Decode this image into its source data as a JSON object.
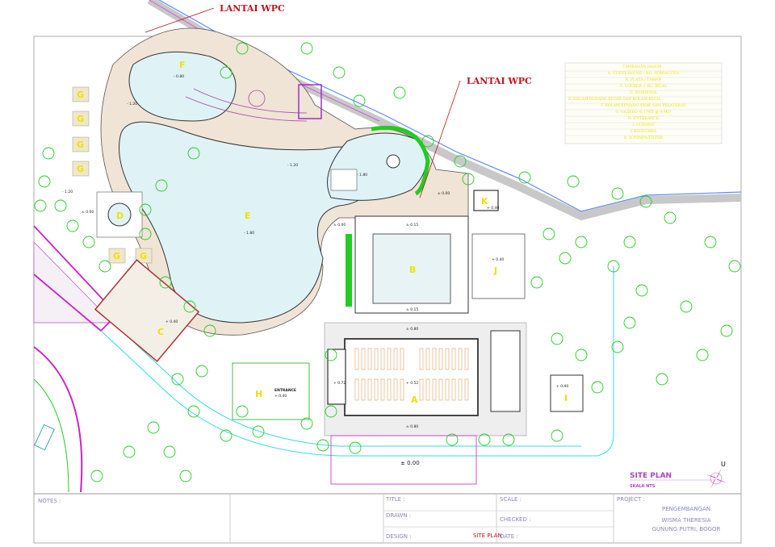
{
  "callouts": {
    "top": "LANTAI WPC",
    "middle": "LANTAI WPC"
  },
  "legend": {
    "title": "TAMBAHAN FASUM :",
    "items": [
      "A. GUEST HOUSE / RG. SERBAGUNA",
      "B. PLAZA / TAMAN",
      "C. LOCKER + RG. BILAS",
      "D. WHIRPOOL",
      "E. KOLAM RENANG BESAR DAN KOLAM KECIL",
      "F. KOLAM RENANG ANAK DAN PELATARAN",
      "G. GAZEBO (6 UNIT @ 4 M2)",
      "H. ENTERANCE",
      "I. GUDANG",
      "J. KAFETARIA",
      "K. R.POMPA/FILTER"
    ]
  },
  "zones": {
    "A": "A",
    "B": "B",
    "C": "C",
    "D": "D",
    "E": "E",
    "F": "F",
    "G": "G",
    "H": "H",
    "I": "I",
    "J": "J",
    "K": "K"
  },
  "elevations": {
    "pool_f": "- 0.80",
    "deck_left": "- 1.20",
    "pool_e_top": "- 1.20",
    "pool_small": "- 1.80",
    "pool_e": "- 1.80",
    "gazebo_area": "- 1.20",
    "whirlpool": "± 0.00",
    "plaza_left": "± 0.00",
    "deck_right": "± 0.00",
    "plaza": "± 0.15",
    "plaza_bottom": "± 0.15",
    "k": "+ 0.40",
    "j": "+ 0.40",
    "i": "+ 0.40",
    "c": "+ 0.40",
    "h": "+ 0.40",
    "a_top": "± 0.80",
    "a_left": "+ 0.72",
    "a_center": "+ 0.52",
    "a_bottom": "± 0.80",
    "entrance_road": "± 0.00"
  },
  "entrance_label": "ENTRANCE",
  "site_plan": {
    "title": "SITE PLAN",
    "scale": "SKALA  NTS",
    "north": "U"
  },
  "title_block": {
    "notes": "NOTES :",
    "title": "TITLE  :",
    "drawn": "DRAWN :",
    "design": "DESIGN :",
    "design_value": "SITE PLAN",
    "scale": "SCALE :",
    "checked": "CHECKED :",
    "date": "DATE :",
    "project": "PROJECT :",
    "project_line1": "PENGEMBANGAN",
    "project_name": "WISMA THERESIA",
    "project_location": "GUNUNG  PUTRI,  BOGOR"
  },
  "colors": {
    "callout": "#c0141c",
    "legend_text": "#f2e200",
    "pool": "#dff3f7",
    "deck": "#efe4d6",
    "tree": "#22cc22",
    "boundary": "#cc22cc"
  }
}
